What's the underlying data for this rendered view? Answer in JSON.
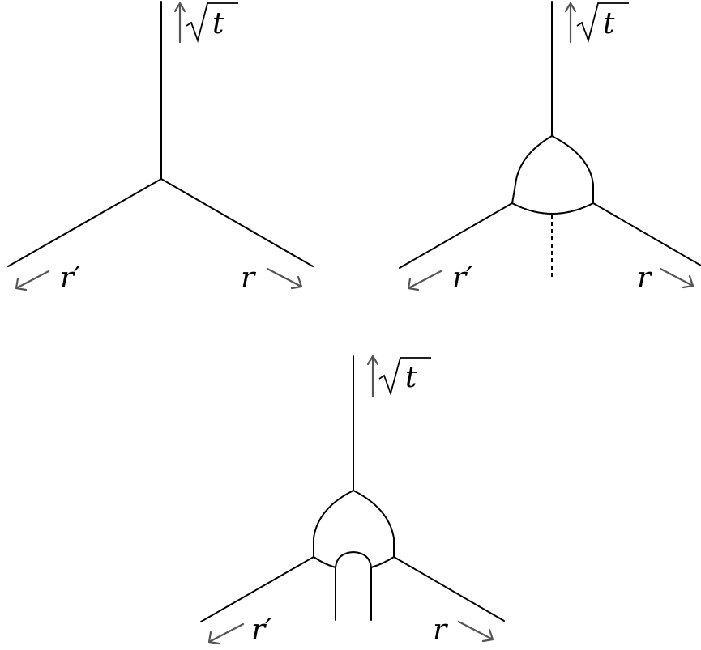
{
  "panels": [
    {
      "variant": "plain-vertex",
      "labels": {
        "t": "t",
        "r_prime": "r′",
        "r": "r"
      }
    },
    {
      "variant": "triangle-with-dashed-line",
      "labels": {
        "t": "t",
        "r_prime": "r′",
        "r": "r"
      }
    },
    {
      "variant": "triangle-with-arch",
      "labels": {
        "t": "t",
        "r_prime": "r′",
        "r": "r"
      }
    }
  ]
}
